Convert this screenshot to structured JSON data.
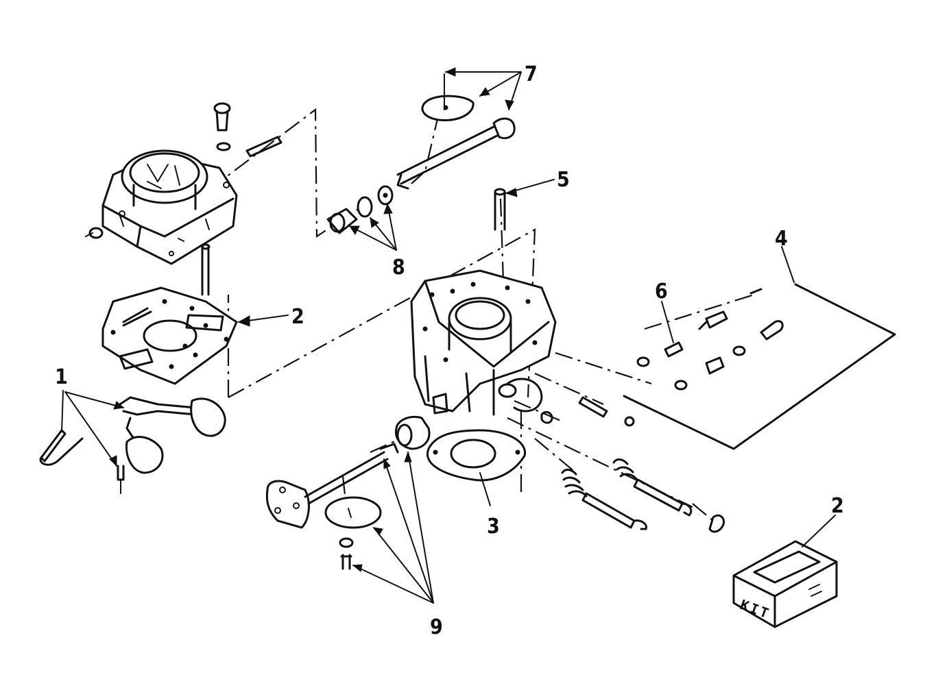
{
  "diagram": {
    "callouts": [
      {
        "id": "1",
        "label": "1"
      },
      {
        "id": "2a",
        "label": "2"
      },
      {
        "id": "2b",
        "label": "2"
      },
      {
        "id": "3",
        "label": "3"
      },
      {
        "id": "4",
        "label": "4"
      },
      {
        "id": "5",
        "label": "5"
      },
      {
        "id": "6",
        "label": "6"
      },
      {
        "id": "7",
        "label": "7"
      },
      {
        "id": "8",
        "label": "8"
      },
      {
        "id": "9",
        "label": "9"
      }
    ],
    "kit_label": "KIT"
  }
}
